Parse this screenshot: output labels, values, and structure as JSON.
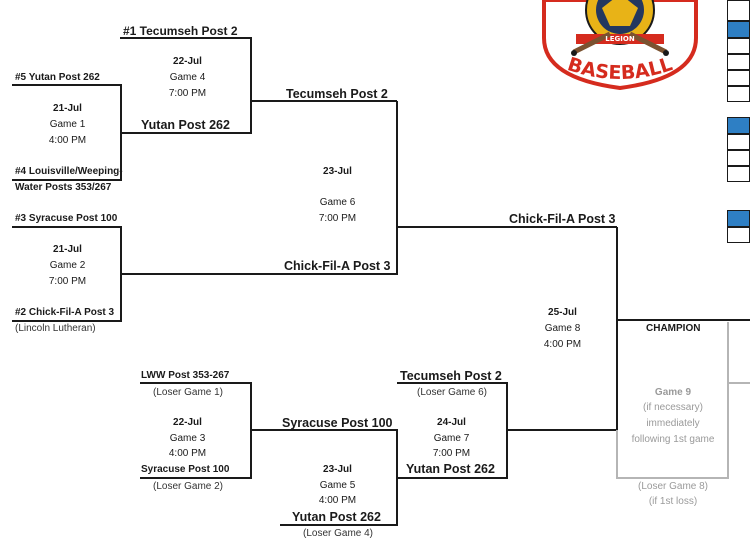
{
  "bracket": {
    "first_round": [
      {
        "top": "#1  Tecumseh Post 2",
        "date": "22-Jul",
        "game": "Game 4",
        "time": "7:00 PM",
        "winner": "Yutan Post 262"
      },
      {
        "top": "#5  Yutan Post 262",
        "date": "21-Jul",
        "game": "Game 1",
        "time": "4:00 PM",
        "bottom_line1": "#4  Louisville/Weeping-",
        "bottom_line2": "Water Posts 353/267"
      },
      {
        "top": "#3  Syracuse Post 100",
        "date": "21-Jul",
        "game": "Game 2",
        "time": "7:00 PM",
        "bottom": "#2  Chick-Fil-A Post 3",
        "bottom_note": "(Lincoln Lutheran)",
        "winner": "Chick-Fil-A Post 3"
      }
    ],
    "game6": {
      "top": "Tecumseh Post 2",
      "date": "23-Jul",
      "game": "Game 6",
      "time": "7:00 PM"
    },
    "game8": {
      "top": "Chick-Fil-A Post 3",
      "date": "25-Jul",
      "game": "Game 8",
      "time": "4:00 PM"
    },
    "losers": {
      "game3": {
        "top": "LWW Post 353-267",
        "top_note": "(Loser Game 1)",
        "date": "22-Jul",
        "game": "Game 3",
        "time": "4:00 PM",
        "bottom": "Syracuse Post 100",
        "bottom_note": "(Loser Game 2)"
      },
      "game5": {
        "top": "Syracuse Post 100",
        "date": "23-Jul",
        "game": "Game 5",
        "time": "4:00 PM",
        "bottom": "Yutan Post 262",
        "bottom_note": "(Loser Game 4)"
      },
      "game7": {
        "top": "Tecumseh Post 2",
        "top_note": "(Loser Game 6)",
        "date": "24-Jul",
        "game": "Game 7",
        "time": "7:00 PM",
        "bottom": "Yutan Post 262"
      }
    },
    "champion": {
      "label": "CHAMPION",
      "game9": "Game 9",
      "note1": "(if necessary)",
      "note2": "immediately",
      "note3": "following 1st game",
      "loser_note1": "(Loser Game 8)",
      "loser_note2": "(if 1st loss)"
    }
  },
  "logo": {
    "ring_text": "LEGION",
    "word": "BASEBALL"
  },
  "colors": {
    "line": "#1a1a1a",
    "grey_line": "#b5b5b5",
    "logo_red": "#d52b1e",
    "logo_gold": "#e8b317",
    "sheet_blue": "#2e7fc4"
  }
}
